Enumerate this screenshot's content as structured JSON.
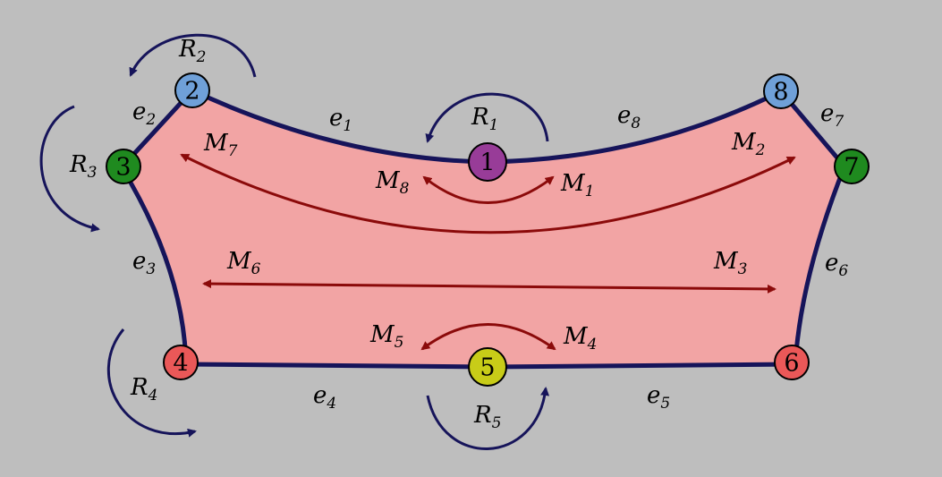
{
  "colors": {
    "background": "#bebebe",
    "region_fill": "#f2a4a4",
    "boundary": "#16145a",
    "rotation_arrow": "#16145a",
    "move_arrow": "#8b0a0a",
    "node_stroke": "#000000"
  },
  "nodes": [
    {
      "id": "1",
      "label": "1",
      "fill": "#983c98"
    },
    {
      "id": "2",
      "label": "2",
      "fill": "#6fa0d8"
    },
    {
      "id": "3",
      "label": "3",
      "fill": "#1f8a1f"
    },
    {
      "id": "4",
      "label": "4",
      "fill": "#ea5858"
    },
    {
      "id": "5",
      "label": "5",
      "fill": "#c8cc18"
    },
    {
      "id": "6",
      "label": "6",
      "fill": "#ea5858"
    },
    {
      "id": "7",
      "label": "7",
      "fill": "#1f8a1f"
    },
    {
      "id": "8",
      "label": "8",
      "fill": "#6fa0d8"
    }
  ],
  "edge_labels": {
    "e1": {
      "base": "e",
      "sub": "1"
    },
    "e2": {
      "base": "e",
      "sub": "2"
    },
    "e3": {
      "base": "e",
      "sub": "3"
    },
    "e4": {
      "base": "e",
      "sub": "4"
    },
    "e5": {
      "base": "e",
      "sub": "5"
    },
    "e6": {
      "base": "e",
      "sub": "6"
    },
    "e7": {
      "base": "e",
      "sub": "7"
    },
    "e8": {
      "base": "e",
      "sub": "8"
    }
  },
  "rotation_labels": {
    "R1": {
      "base": "R",
      "sub": "1"
    },
    "R2": {
      "base": "R",
      "sub": "2"
    },
    "R3": {
      "base": "R",
      "sub": "3"
    },
    "R4": {
      "base": "R",
      "sub": "4"
    },
    "R5": {
      "base": "R",
      "sub": "5"
    }
  },
  "move_labels": {
    "M1": {
      "base": "M",
      "sub": "1"
    },
    "M2": {
      "base": "M",
      "sub": "2"
    },
    "M3": {
      "base": "M",
      "sub": "3"
    },
    "M4": {
      "base": "M",
      "sub": "4"
    },
    "M5": {
      "base": "M",
      "sub": "5"
    },
    "M6": {
      "base": "M",
      "sub": "6"
    },
    "M7": {
      "base": "M",
      "sub": "7"
    },
    "M8": {
      "base": "M",
      "sub": "8"
    }
  }
}
